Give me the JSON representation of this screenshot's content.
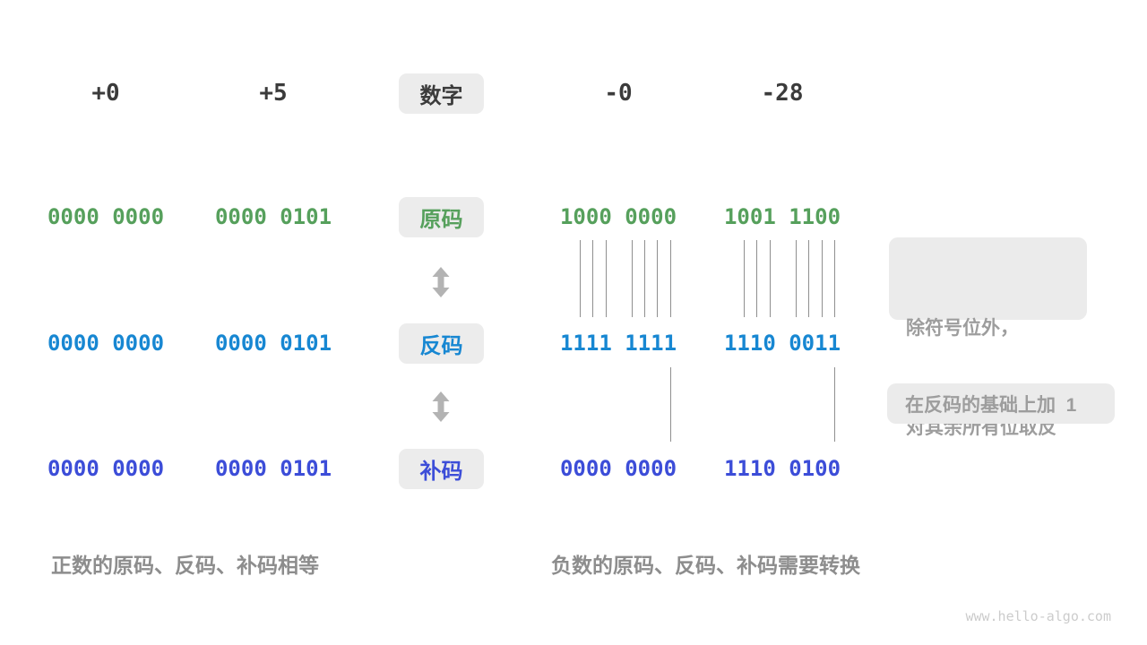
{
  "header": {
    "positive_zero": "+0",
    "positive_five": "+5",
    "label": "数字",
    "negative_zero": "-0",
    "negative_twenty_eight": "-28"
  },
  "rows": {
    "sign_magnitude": {
      "label": "原码",
      "values": [
        "0000 0000",
        "0000 0101",
        "1000 0000",
        "1001 1100"
      ]
    },
    "ones_complement": {
      "label": "反码",
      "values": [
        "0000 0000",
        "0000 0101",
        "1111 1111",
        "1110 0011"
      ]
    },
    "twos_complement": {
      "label": "补码",
      "values": [
        "0000 0000",
        "0000 0101",
        "0000 0000",
        "1110 0100"
      ]
    }
  },
  "annotations": {
    "flip_bits_line1": "除符号位外，",
    "flip_bits_line2": "对其余所有位取反",
    "add_one": "在反码的基础上加  1"
  },
  "captions": {
    "positive": "正数的原码、反码、补码相等",
    "negative": "负数的原码、反码、补码需要转换"
  },
  "colors": {
    "sign_magnitude_green": "#56a05c",
    "ones_complement_blue": "#1787d2",
    "twos_complement_indigo": "#3c4dd8",
    "header_text": "#3b3b3b",
    "label_box_bg": "#ececec",
    "annotation_text": "#9d9d9d",
    "caption_text": "#8d8d8d"
  },
  "watermark": "www.hello-algo.com"
}
